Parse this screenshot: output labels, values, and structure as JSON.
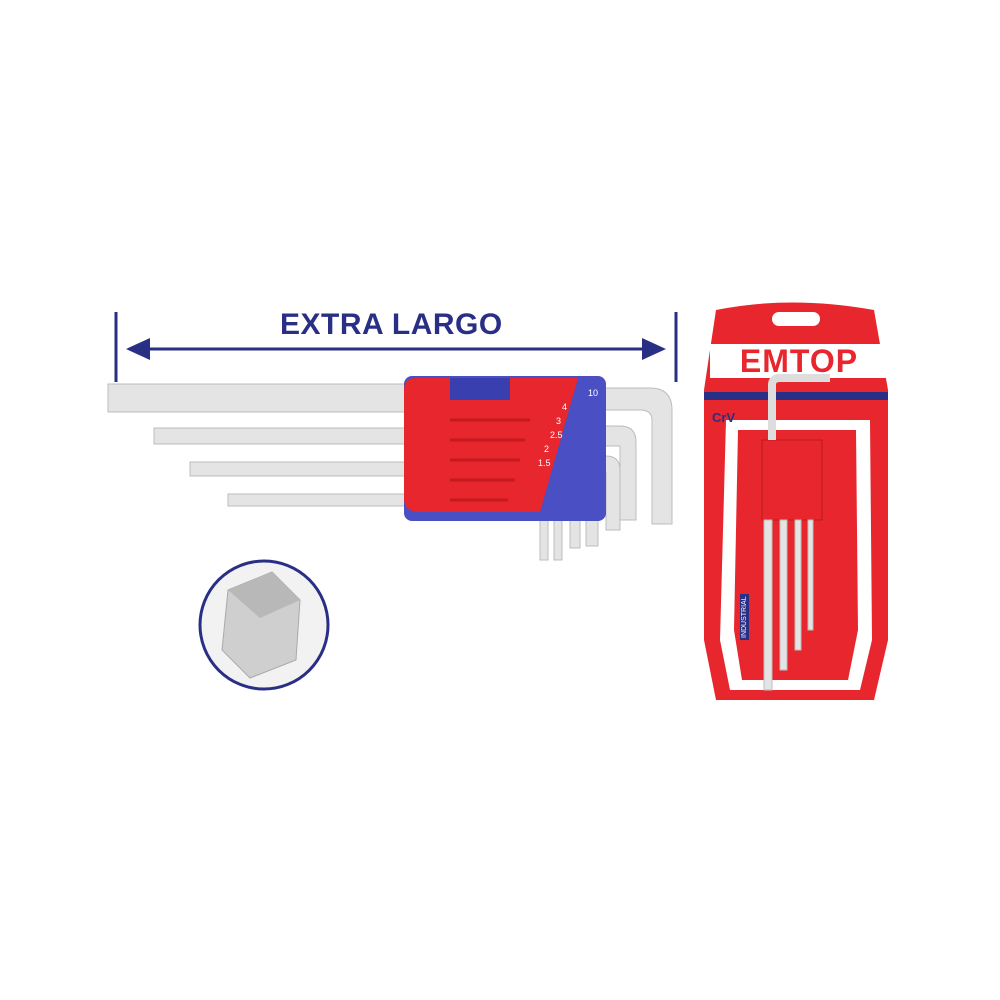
{
  "product": {
    "dimension_label": "EXTRA LARGO",
    "brand": "EMTOP",
    "material_mark": "CrV",
    "grade_badge": "INDUSTRIAL",
    "size_markings": [
      "10",
      "4",
      "3",
      "2.5",
      "2",
      "1.5"
    ]
  },
  "colors": {
    "brand_red": "#e8262d",
    "brand_blue": "#2a2f86",
    "handle_blue": "#4a4fc4",
    "steel": "#dcdcdc"
  }
}
